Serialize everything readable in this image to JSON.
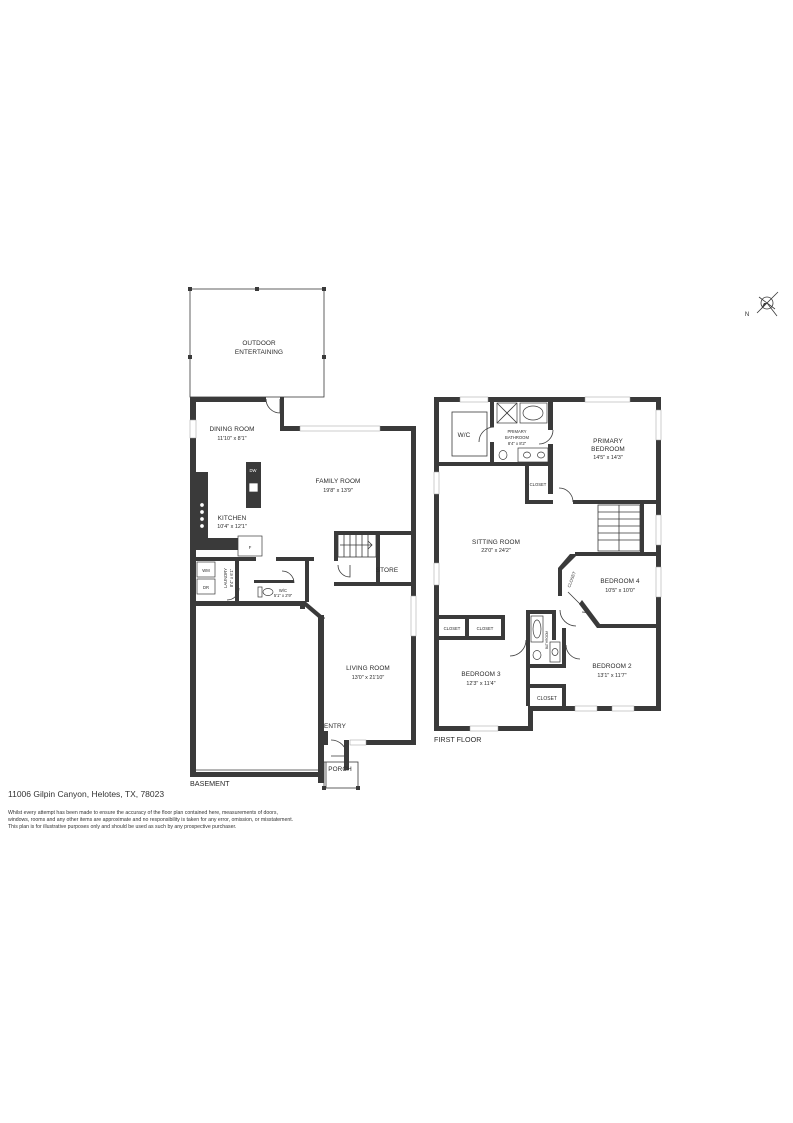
{
  "address": "11006 Gilpin Canyon, Helotes, TX, 78023",
  "disclaimer": [
    "Whilst every attempt has been made to ensure the accuracy of the floor plan contained here, measurements of doors,",
    "windows, rooms and any other items are approximate and no responsibility is taken for any error, omission, or misstatement.",
    "This plan is for illustrative purposes only and should be used as such by any prospective purchaser."
  ],
  "compass": {
    "label": "N"
  },
  "basement": {
    "floor_label": "BASEMENT",
    "rooms": {
      "outdoor": {
        "name1": "OUTDOOR",
        "name2": "ENTERTAINING"
      },
      "dining": {
        "name": "DINING ROOM",
        "dims": "11'10\" x 8'1\""
      },
      "family": {
        "name": "FAMILY ROOM",
        "dims": "19'8\" x 13'9\""
      },
      "kitchen": {
        "name": "KITCHEN",
        "dims": "10'4\" x 12'1\""
      },
      "laundry": {
        "name": "LAUNDRY",
        "dims": "8'4\" x 6'1\""
      },
      "wc": {
        "name": "W/C",
        "dims": "5'1\" x 2'9\""
      },
      "store": {
        "name": "STORE"
      },
      "living": {
        "name": "LIVING ROOM",
        "dims": "13'0\" x 21'10\""
      },
      "entry": {
        "name": "ENTRY"
      },
      "porch": {
        "name": "PORCH"
      }
    },
    "appliances": {
      "dw": "DW",
      "fridge": "F",
      "washer": "WM",
      "dryer": "DR"
    }
  },
  "first_floor": {
    "floor_label": "FIRST FLOOR",
    "rooms": {
      "wic": {
        "name": "W/C"
      },
      "primary_bath": {
        "name1": "PRIMARY",
        "name2": "BATHROOM",
        "dims": "8'4\" x 8'2\""
      },
      "primary_bed": {
        "name1": "PRIMARY",
        "name2": "BEDROOM",
        "dims": "14'5\" x 14'3\""
      },
      "closet_top": {
        "name": "CLOSET"
      },
      "sitting": {
        "name": "SITTING ROOM",
        "dims": "22'0\" x 24'2\""
      },
      "closet_diag": {
        "name": "CLOSET"
      },
      "bed4": {
        "name": "BEDROOM 4",
        "dims": "10'5\" x 10'0\""
      },
      "closet_a": {
        "name": "CLOSET"
      },
      "closet_b": {
        "name": "CLOSET"
      },
      "bathroom": {
        "name": "BATHROOM",
        "dims": "6'0\" x 4'11\""
      },
      "bed3": {
        "name": "BEDROOM 3",
        "dims": "12'3\" x 11'4\""
      },
      "bed2": {
        "name": "BEDROOM 2",
        "dims": "13'1\" x 11'7\""
      },
      "closet_bot": {
        "name": "CLOSET"
      }
    }
  }
}
